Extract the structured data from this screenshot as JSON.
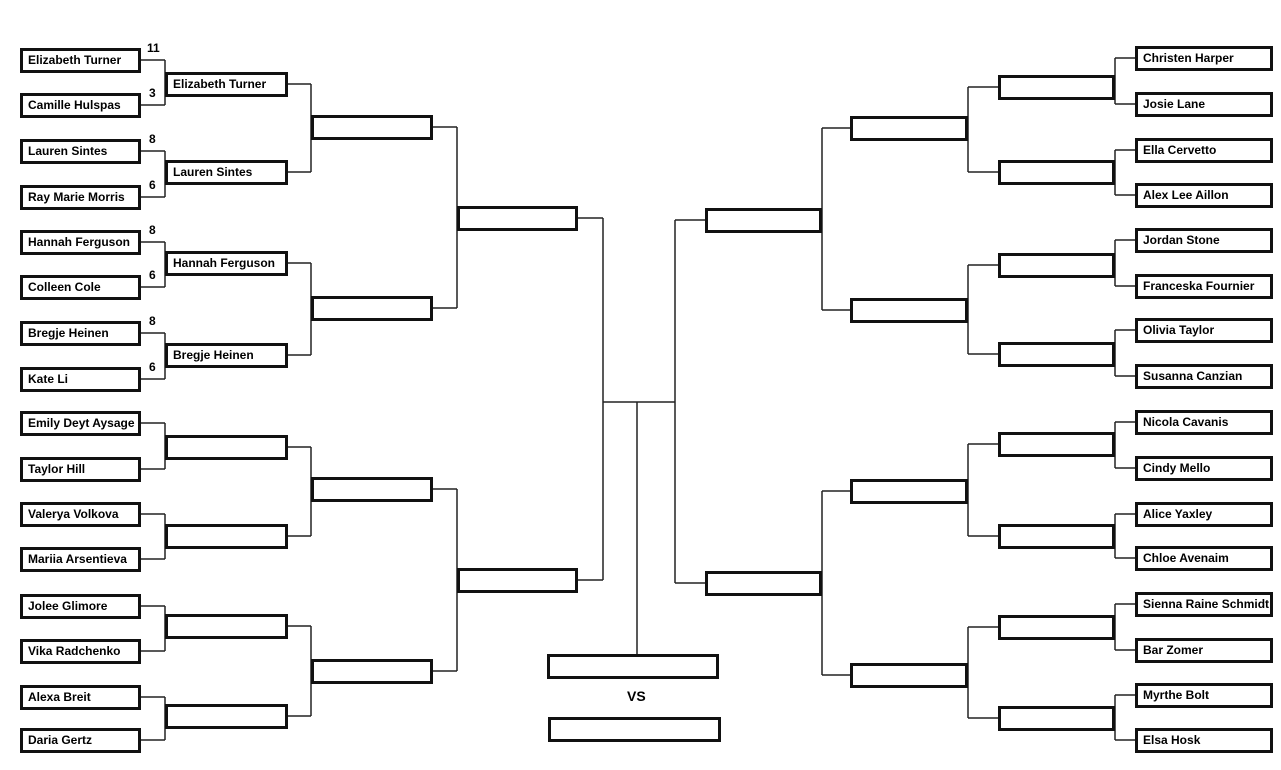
{
  "left": {
    "round1": [
      {
        "name": "Elizabeth Turner",
        "score": "11"
      },
      {
        "name": "Camille Hulspas",
        "score": "3"
      },
      {
        "name": "Lauren Sintes",
        "score": "8"
      },
      {
        "name": "Ray Marie Morris",
        "score": "6"
      },
      {
        "name": "Hannah Ferguson",
        "score": "8"
      },
      {
        "name": "Colleen Cole",
        "score": "6"
      },
      {
        "name": "Bregje Heinen",
        "score": "8"
      },
      {
        "name": "Kate Li",
        "score": "6"
      },
      {
        "name": "Emily Deyt Aysage",
        "score": ""
      },
      {
        "name": "Taylor Hill",
        "score": ""
      },
      {
        "name": "Valerya Volkova",
        "score": ""
      },
      {
        "name": "Mariia Arsentieva",
        "score": ""
      },
      {
        "name": "Jolee Glimore",
        "score": ""
      },
      {
        "name": "Vika Radchenko",
        "score": ""
      },
      {
        "name": "Alexa Breit",
        "score": ""
      },
      {
        "name": "Daria Gertz",
        "score": ""
      }
    ],
    "round2": [
      "Elizabeth Turner",
      "Lauren Sintes",
      "Hannah Ferguson",
      "Bregje Heinen",
      "",
      "",
      "",
      ""
    ],
    "round3": [
      "",
      "",
      "",
      ""
    ],
    "round4": [
      "",
      ""
    ]
  },
  "right": {
    "round1": [
      {
        "name": "Christen Harper"
      },
      {
        "name": "Josie Lane"
      },
      {
        "name": "Ella Cervetto"
      },
      {
        "name": "Alex Lee Aillon"
      },
      {
        "name": "Jordan Stone"
      },
      {
        "name": "Franceska Fournier"
      },
      {
        "name": "Olivia Taylor"
      },
      {
        "name": "Susanna Canzian"
      },
      {
        "name": "Nicola Cavanis"
      },
      {
        "name": "Cindy Mello"
      },
      {
        "name": "Alice Yaxley"
      },
      {
        "name": "Chloe Avenaim"
      },
      {
        "name": "Sienna Raine Schmidt"
      },
      {
        "name": "Bar Zomer"
      },
      {
        "name": "Myrthe Bolt"
      },
      {
        "name": "Elsa Hosk"
      }
    ],
    "round2": [
      "",
      "",
      "",
      "",
      "",
      "",
      "",
      ""
    ],
    "round3": [
      "",
      "",
      "",
      ""
    ],
    "round4": [
      "",
      ""
    ]
  },
  "final": {
    "top": "",
    "bottom": "",
    "vs_label": "VS"
  }
}
